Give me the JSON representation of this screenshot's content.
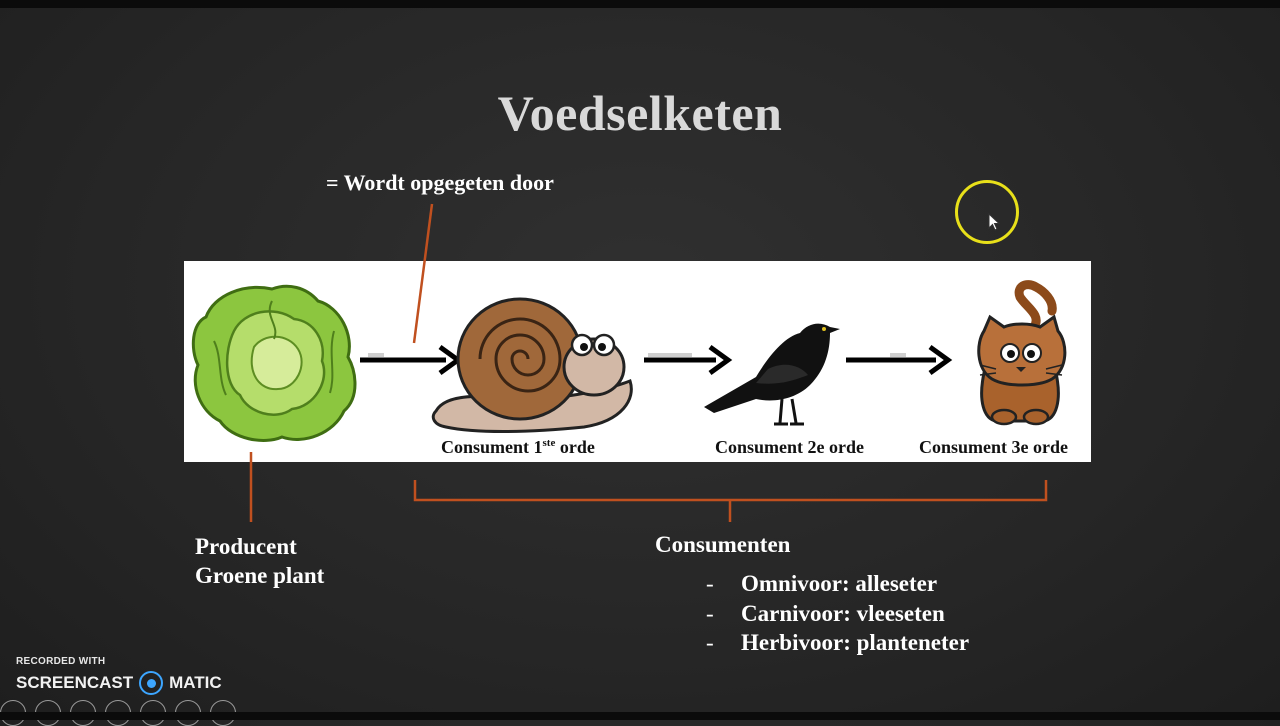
{
  "slide": {
    "title": "Voedselketen",
    "legend": "= Wordt opgegeten door",
    "chain_labels": {
      "consumer1_prefix": "Consument 1",
      "consumer1_sup": "ste",
      "consumer1_suffix": " orde",
      "consumer2": "Consument 2e orde",
      "consumer3": "Consument 3e orde"
    },
    "producer": {
      "line1": "Producent",
      "line2": "Groene plant"
    },
    "consumers": {
      "heading": "Consumenten",
      "types": [
        {
          "dash": "-",
          "text": "Omnivoor: alleseter"
        },
        {
          "dash": "-",
          "text": "Carnivoor: vleeseten"
        },
        {
          "dash": "-",
          "text": "Herbivoor: planteneter"
        }
      ]
    },
    "colors": {
      "bracket": "#c0501f",
      "title": "#d9d9d9",
      "cursor_ring": "#e8e01a"
    }
  },
  "watermark": {
    "small": "RECORDED WITH",
    "brand_left": "SCREENCAST",
    "brand_right": "MATIC"
  },
  "icons": [
    "lettuce-icon",
    "snail-icon",
    "blackbird-icon",
    "cat-icon",
    "arrow-icon",
    "cursor-icon",
    "record-icon"
  ]
}
